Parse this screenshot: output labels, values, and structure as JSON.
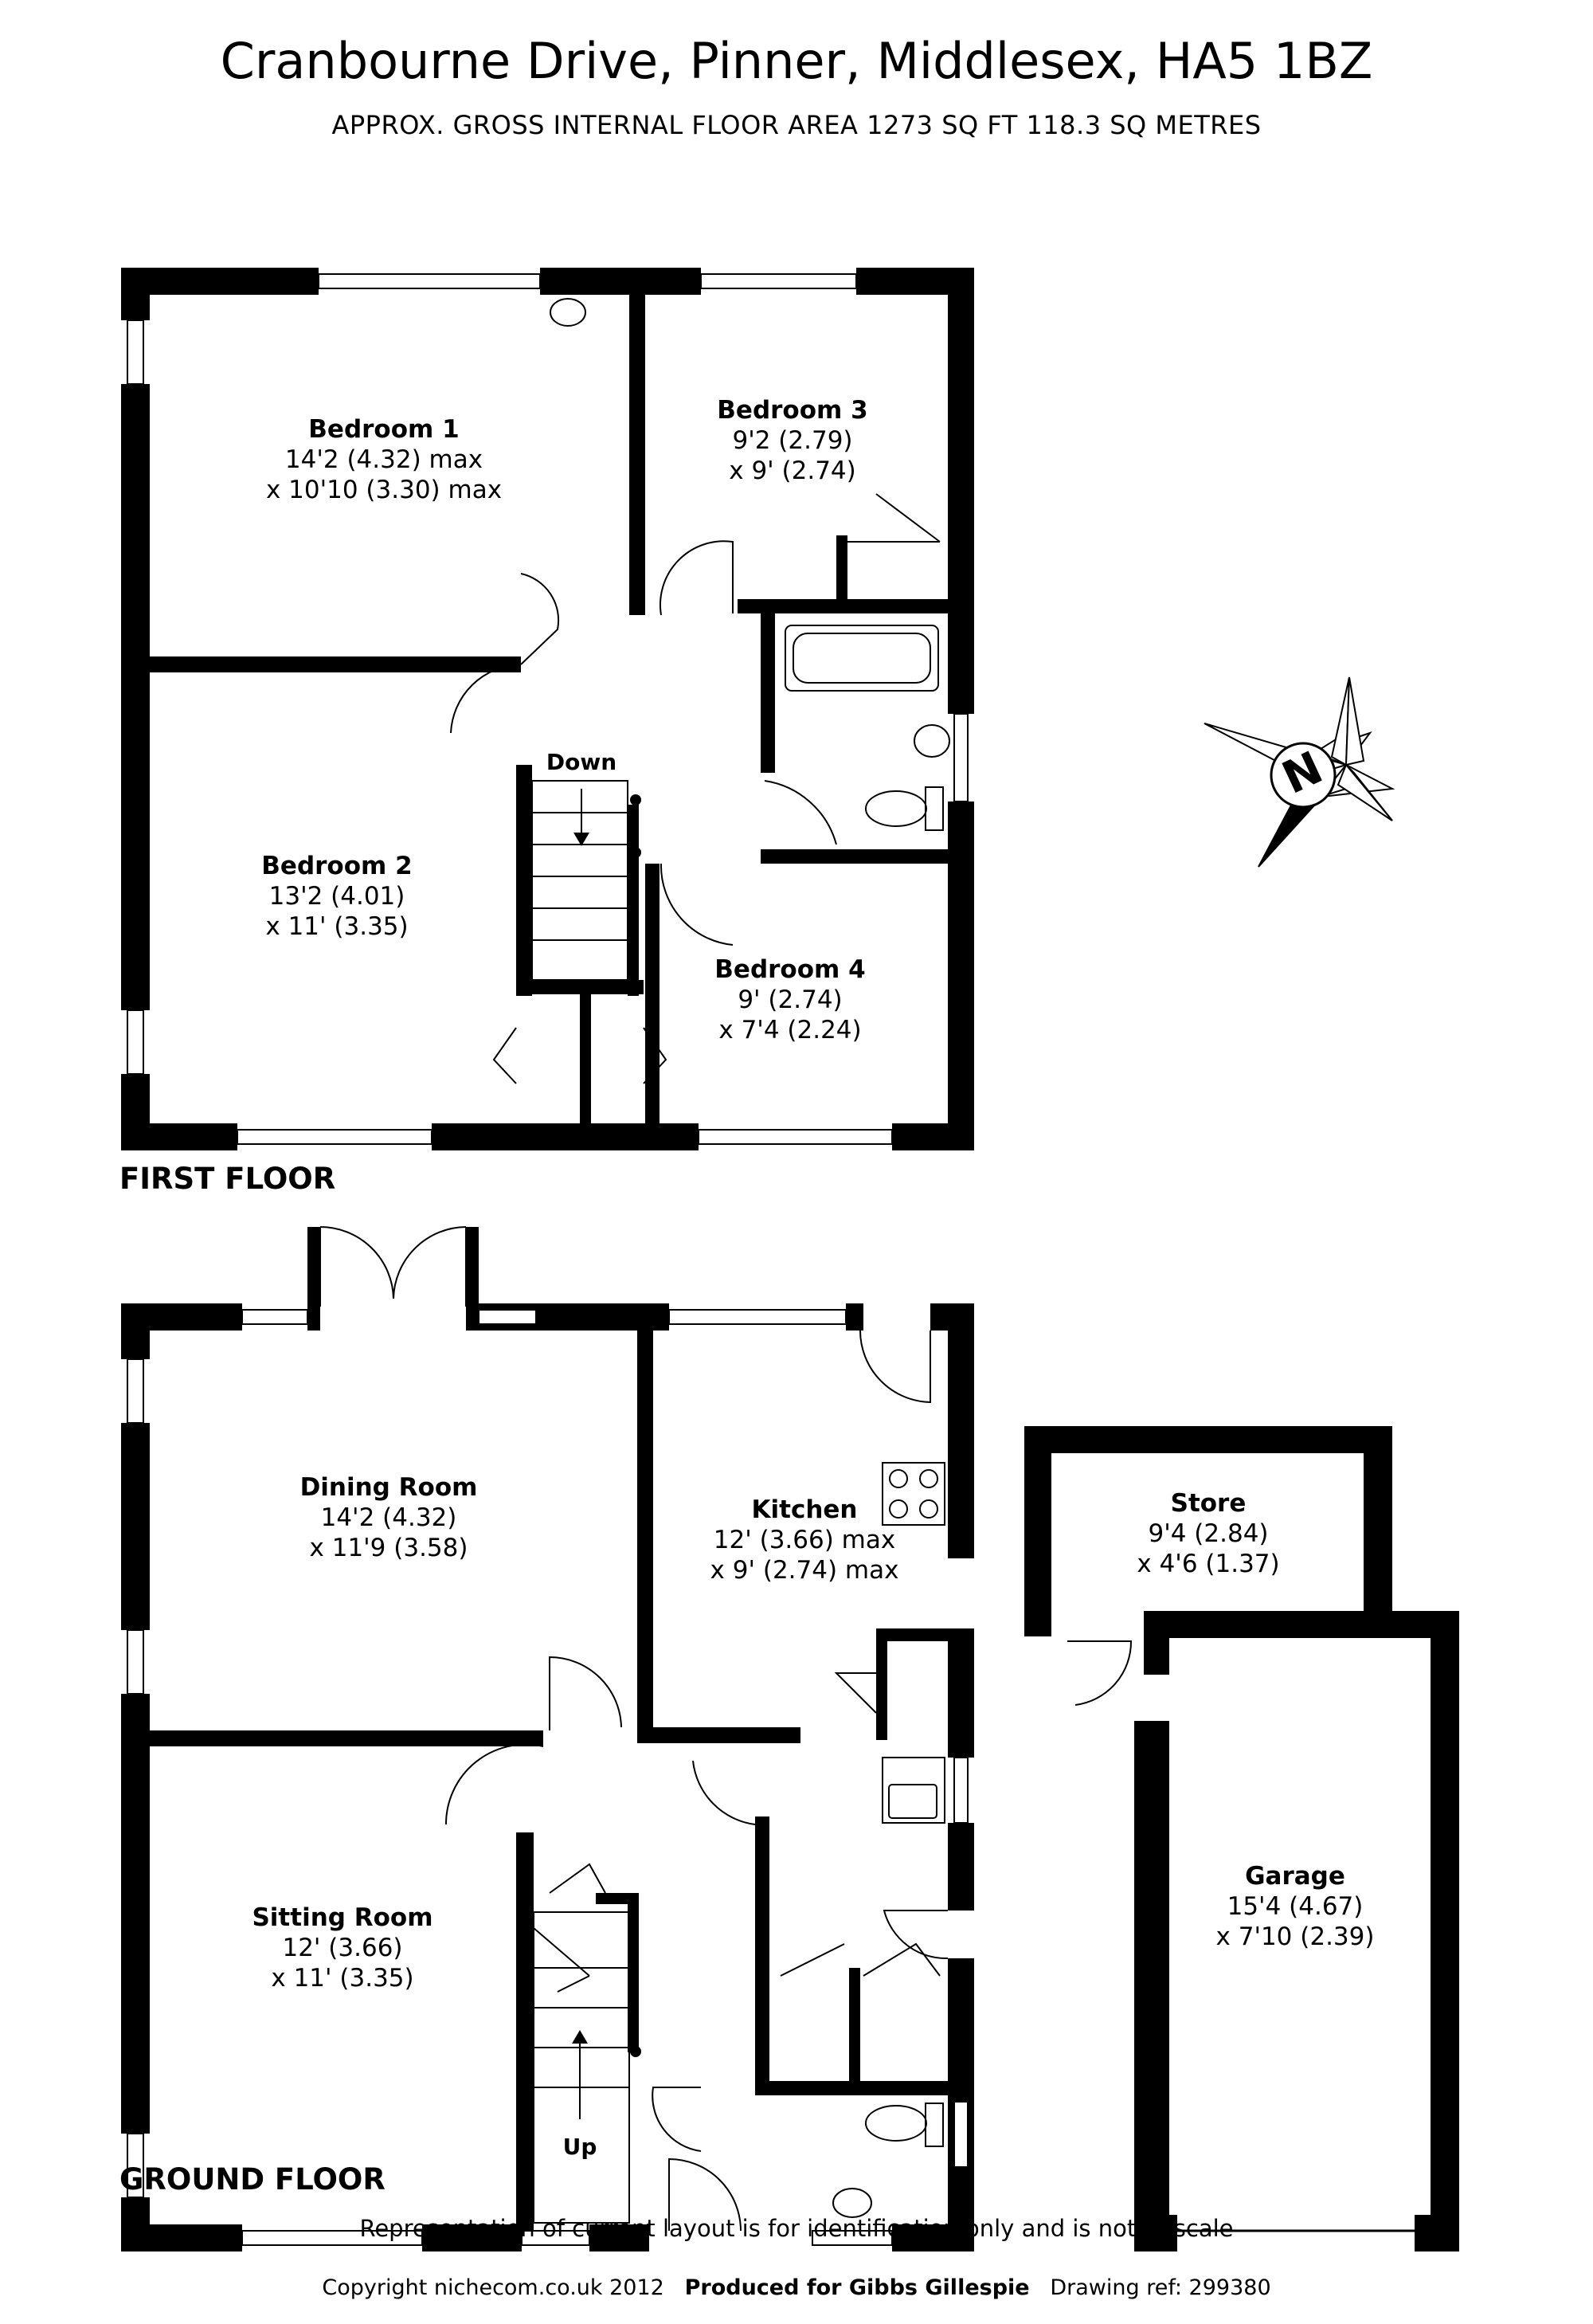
{
  "header": {
    "title": "Cranbourne Drive, Pinner, Middlesex, HA5 1BZ",
    "subtitle": "APPROX. GROSS INTERNAL FLOOR AREA 1273 SQ FT 118.3 SQ METRES"
  },
  "first_floor": {
    "label": "FIRST FLOOR",
    "stairs_label": "Down",
    "rooms": [
      {
        "name": "Bedroom 1",
        "dim1": "14'2 (4.32) max",
        "dim2": "x 10'10 (3.30) max"
      },
      {
        "name": "Bedroom 3",
        "dim1": "9'2 (2.79)",
        "dim2": "x 9' (2.74)"
      },
      {
        "name": "Bedroom 2",
        "dim1": "13'2 (4.01)",
        "dim2": "x 11' (3.35)"
      },
      {
        "name": "Bedroom 4",
        "dim1": "9' (2.74)",
        "dim2": "x 7'4 (2.24)"
      }
    ]
  },
  "ground_floor": {
    "label": "GROUND FLOOR",
    "stairs_label": "Up",
    "rooms": [
      {
        "name": "Dining Room",
        "dim1": "14'2 (4.32)",
        "dim2": "x 11'9 (3.58)"
      },
      {
        "name": "Kitchen",
        "dim1": "12' (3.66) max",
        "dim2": "x 9' (2.74) max"
      },
      {
        "name": "Sitting Room",
        "dim1": "12' (3.66)",
        "dim2": "x 11' (3.35)"
      },
      {
        "name": "Store",
        "dim1": "9'4 (2.84)",
        "dim2": "x 4'6 (1.37)"
      },
      {
        "name": "Garage",
        "dim1": "15'4 (4.67)",
        "dim2": "x 7'10 (2.39)"
      }
    ]
  },
  "compass": {
    "letter": "N"
  },
  "footer": {
    "disclaimer": "Representation of current layout is for identification only and is not to scale",
    "copyright": "Copyright nichecom.co.uk 2012",
    "produced_for": "Produced for Gibbs Gillespie",
    "drawing_ref": "Drawing ref:  299380"
  }
}
